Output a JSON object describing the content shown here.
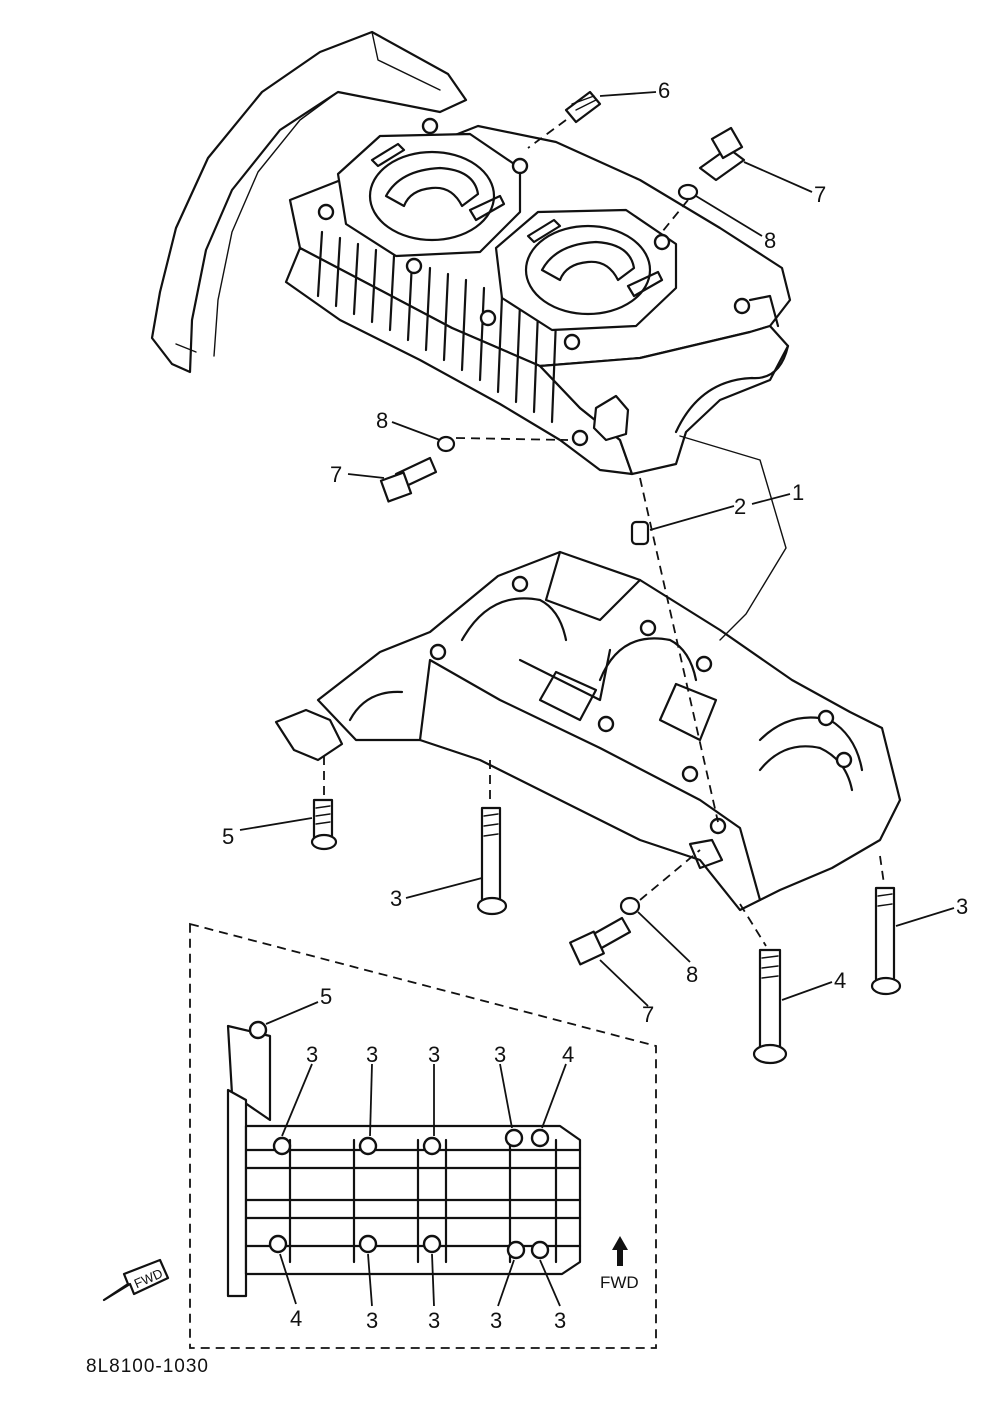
{
  "diagram": {
    "callouts": {
      "c1": "1",
      "c2": "2",
      "c3a": "3",
      "c3b": "3",
      "c4": "4",
      "c5": "5",
      "c6": "6",
      "c7a": "7",
      "c7b": "7",
      "c7c": "7",
      "c8a": "8",
      "c8b": "8",
      "c8c": "8"
    },
    "inset": {
      "callouts": {
        "i5": "5",
        "t1": "3",
        "t2": "3",
        "t3": "3",
        "t4": "3",
        "t5": "4",
        "b1": "4",
        "b2": "3",
        "b3": "3",
        "b4": "3",
        "b5": "3"
      },
      "fwd_label": "FWD",
      "fwd_arrow_label": "FWD"
    },
    "part_code": "8L8100-1030"
  }
}
